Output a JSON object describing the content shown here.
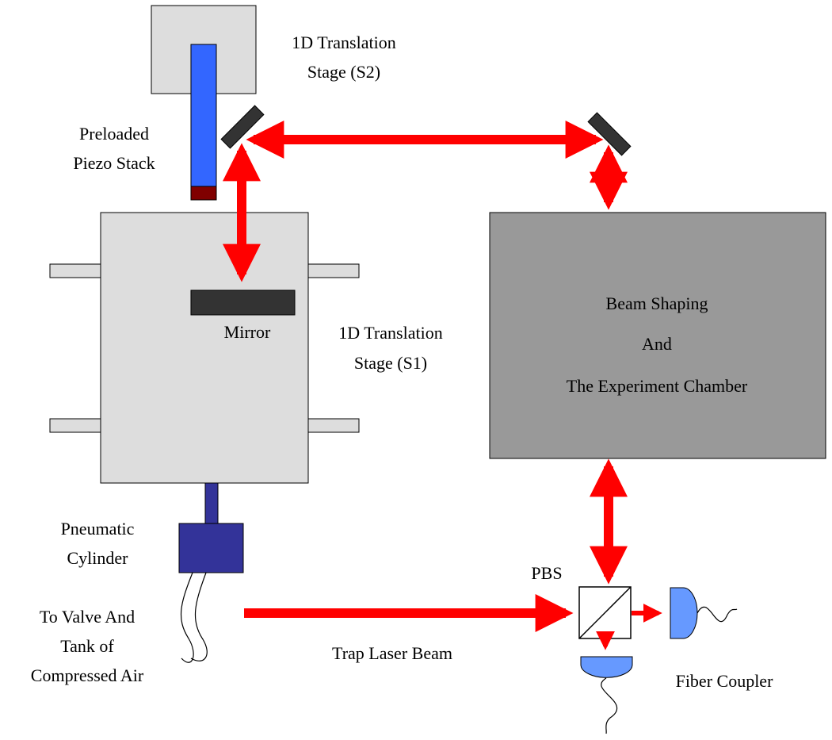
{
  "labels": {
    "stage_s2_line1": "1D Translation",
    "stage_s2_line2": "Stage (S2)",
    "piezo_line1": "Preloaded",
    "piezo_line2": "Piezo Stack",
    "mirror": "Mirror",
    "stage_s1_line1": "1D Translation",
    "stage_s1_line2": "Stage (S1)",
    "chamber_line1": "Beam Shaping",
    "chamber_line2": "And",
    "chamber_line3": "The Experiment Chamber",
    "cylinder_line1": "Pneumatic",
    "cylinder_line2": "Cylinder",
    "air_line1": "To Valve And",
    "air_line2": "Tank of",
    "air_line3": "Compressed Air",
    "trap_beam": "Trap Laser Beam",
    "pbs": "PBS",
    "fiber_coupler": "Fiber Coupler"
  },
  "colors": {
    "stage": "#dddddd",
    "chamber": "#999999",
    "piezo": "#3366ff",
    "piezo_cap": "#800000",
    "mirror": "#333333",
    "cylinder": "#333399",
    "coupler": "#6699ff",
    "beam": "#ff0000"
  }
}
